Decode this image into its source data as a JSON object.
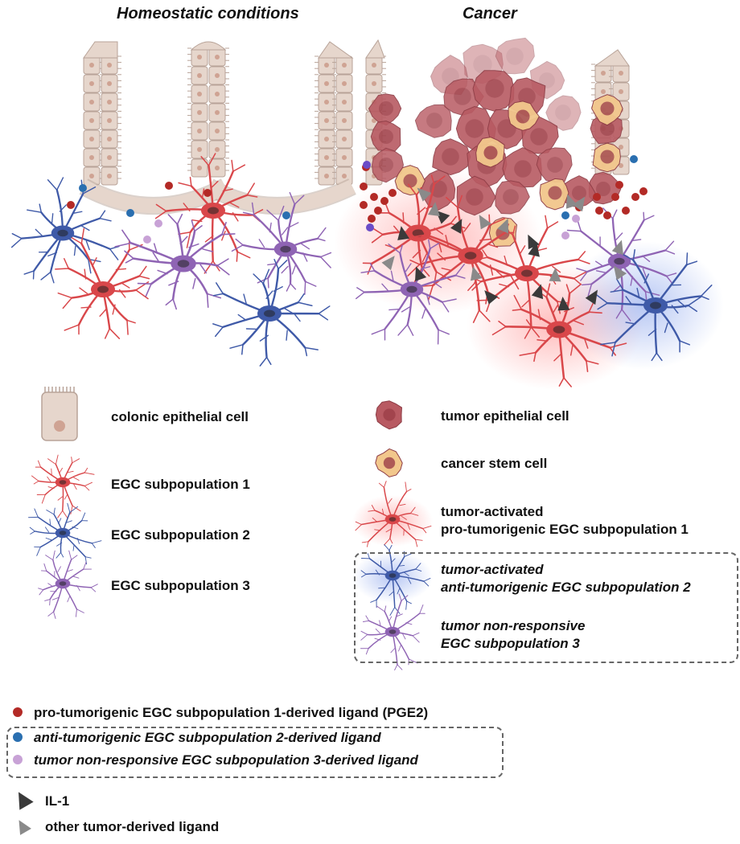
{
  "panels": {
    "left_title": "Homeostatic conditions",
    "right_title": "Cancer"
  },
  "legend": {
    "colonic_epithelial": "colonic epithelial cell",
    "egc1": "EGC subpopulation 1",
    "egc2": "EGC subpopulation 2",
    "egc3": "EGC subpopulation 3",
    "tumor_epithelial": "tumor epithelial cell",
    "cancer_stem": "cancer stem cell",
    "activated1_line1": "tumor-activated",
    "activated1_line2": "pro-tumorigenic EGC subpopulation 1",
    "activated2_line1": "tumor-activated",
    "activated2_line2": "anti-tumorigenic EGC subpopulation 2",
    "nonresp3_line1": "tumor non-responsive",
    "nonresp3_line2": "EGC subpopulation 3"
  },
  "ligands": {
    "pge2": "pro-tumorigenic EGC subpopulation 1-derived ligand (PGE2)",
    "anti": "anti-tumorigenic EGC subpopulation 2-derived ligand",
    "nonresp": "tumor non-responsive EGC subpopulation 3-derived ligand",
    "il1": "IL-1",
    "other": "other tumor-derived ligand"
  },
  "colors": {
    "epithelium": "#e6d6cc",
    "epithelium_stroke": "#b8a398",
    "egc1": "#d9474a",
    "egc2": "#3f5aa8",
    "egc3": "#8f64b4",
    "tumor": "#b85a62",
    "stem": "#f2c78c",
    "ligand_red": "#b32a26",
    "ligand_blue": "#2a6fb0",
    "ligand_purple": "#c8a2d6",
    "il1": "#3a3a3a",
    "other_ligand": "#8a8a8a"
  }
}
